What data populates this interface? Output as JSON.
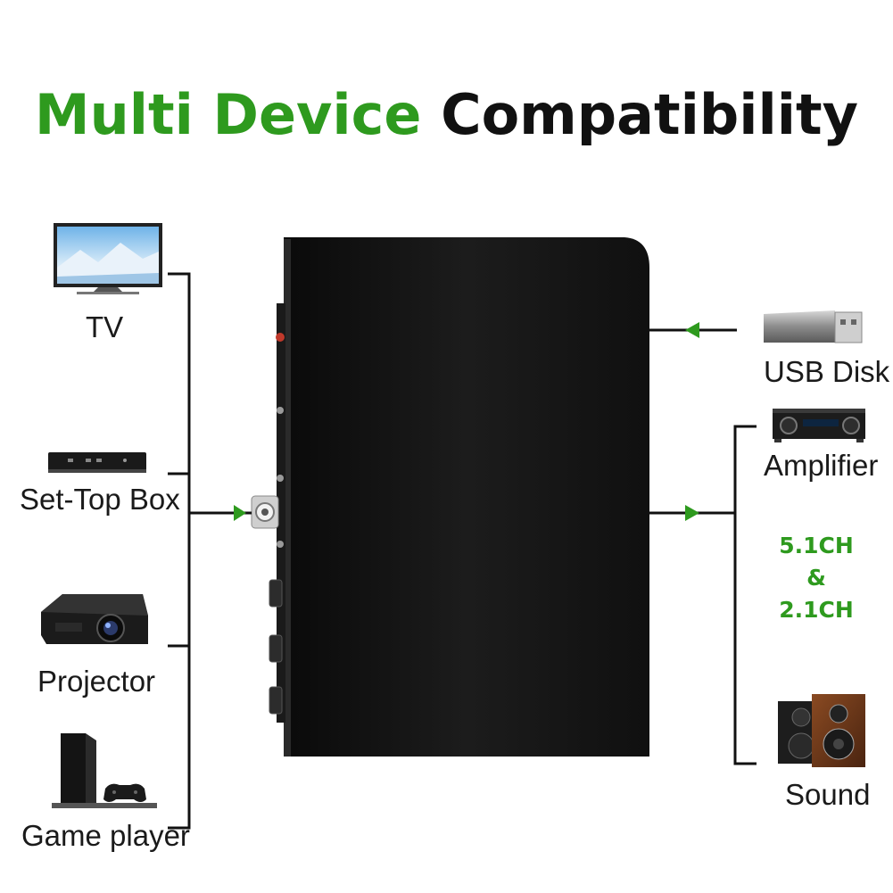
{
  "title": {
    "part1": "Multi Device",
    "part2": "Compatibility"
  },
  "colors": {
    "accent": "#2e9a1e",
    "device_body": "#141414",
    "line": "#111111"
  },
  "left_devices": [
    {
      "label": "TV",
      "icon": "tv-icon"
    },
    {
      "label": "Set-Top Box",
      "icon": "set-top-box-icon"
    },
    {
      "label": "Projector",
      "icon": "projector-icon"
    },
    {
      "label": "Game player",
      "icon": "game-console-icon"
    }
  ],
  "right_devices": [
    {
      "label": "USB Disk",
      "icon": "usb-disk-icon"
    },
    {
      "label": "Amplifier",
      "icon": "amplifier-icon"
    },
    {
      "label": "Sound",
      "icon": "speakers-icon"
    }
  ],
  "channels": {
    "line1": "5.1CH",
    "line2": "&",
    "line3": "2.1CH"
  }
}
